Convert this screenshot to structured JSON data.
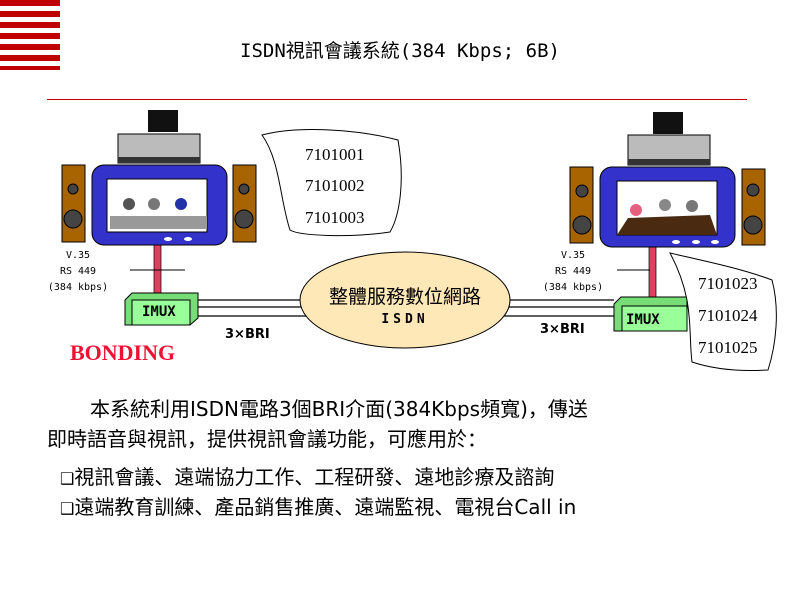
{
  "title": "ISDN視訊會議系統(384 Kbps; 6B)",
  "left_phone_numbers": [
    "7101001",
    "7101002",
    "7101003"
  ],
  "right_phone_numbers": [
    "7101023",
    "7101024",
    "7101025"
  ],
  "interface_label": {
    "line1": "V.35",
    "line2": "RS 449",
    "line3": "(384 kbps)"
  },
  "imux_label": "IMUX",
  "bri_label": "3×BRI",
  "network": {
    "name": "整體服務數位網路",
    "sub": "ISDN"
  },
  "bonding_label": "BONDING",
  "description": {
    "line1": "本系統利用ISDN電路3個BRI介面(384Kbps頻寬)，傳送",
    "line2": "即時語音與視訊，提供視訊會議功能，可應用於："
  },
  "bullets": [
    "視訊會議、遠端協力工作、工程研發、遠地診療及諮詢",
    "遠端教育訓練、產品銷售推廣、遠端監視、電視台Call in"
  ],
  "bullet_glyph": "❑",
  "colors": {
    "accent": "#c00000",
    "tv": "#3333cc",
    "speaker": "#a86400",
    "imux": "#99ff99",
    "cloud": "#ffe8b8",
    "cable": "#e04060"
  }
}
